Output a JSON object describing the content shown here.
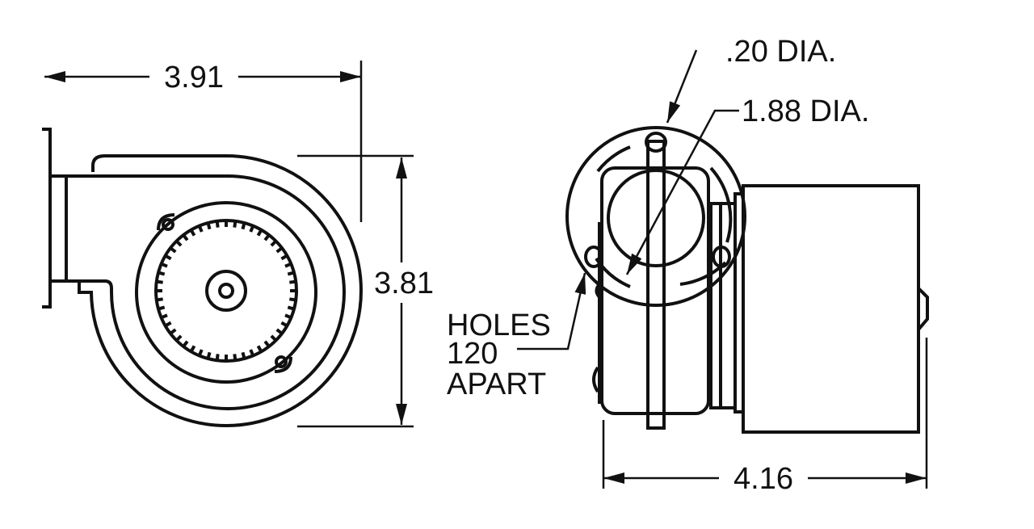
{
  "dimensions": {
    "width": "3.91",
    "height": "3.81",
    "depth": "4.16",
    "hole_dia": ".20 DIA.",
    "inlet_dia": "1.88 DIA.",
    "holes_note": [
      "HOLES",
      "120",
      "APART"
    ]
  },
  "colors": {
    "line": "#111111",
    "background": "#ffffff"
  }
}
